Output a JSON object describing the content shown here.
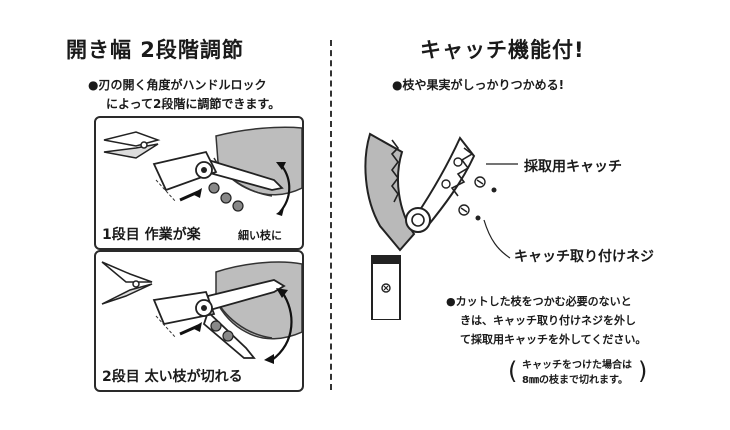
{
  "left": {
    "title": "開き幅 2段階調節",
    "intro_line1": "●刃の開く角度がハンドルロック",
    "intro_line2": "によって2段階に調節できます。",
    "panel1": {
      "caption": "1段目 作業が楽",
      "sub": "細い枝に"
    },
    "panel2": {
      "caption": "2段目 太い枝が切れる"
    }
  },
  "right": {
    "title": "キャッチ機能付!",
    "bullet": "●枝や果実がしっかりつかめる!",
    "label_catch": "採取用キャッチ",
    "label_screw": "キャッチ取り付けネジ",
    "note_line1": "●カットした枝をつかむ必要のないと",
    "note_line2": "きは、キャッチ取り付けネジを外し",
    "note_line3": "て採取用キャッチを外してください。",
    "small_line1": "キャッチをつけた場合は",
    "small_line2": "8㎜の枝まで切れます。"
  }
}
